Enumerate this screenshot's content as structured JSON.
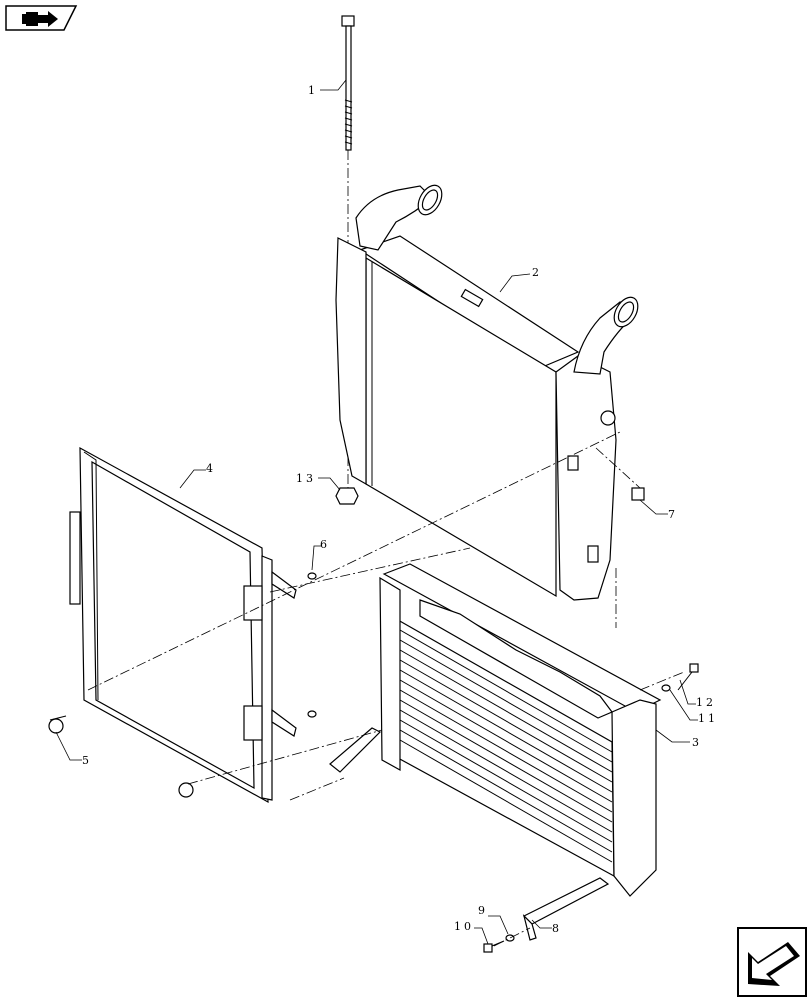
{
  "navigation": {
    "prev_icon": "book-arrow-icon",
    "next_icon": "next-page-arrow-icon"
  },
  "callouts": [
    {
      "id": "1",
      "label": "1"
    },
    {
      "id": "2",
      "label": "2"
    },
    {
      "id": "3",
      "label": "3"
    },
    {
      "id": "4",
      "label": "4"
    },
    {
      "id": "5",
      "label": "5"
    },
    {
      "id": "6",
      "label": "6"
    },
    {
      "id": "7",
      "label": "7"
    },
    {
      "id": "8",
      "label": "8"
    },
    {
      "id": "9",
      "label": "9"
    },
    {
      "id": "10",
      "label": "10"
    },
    {
      "id": "11",
      "label": "11"
    },
    {
      "id": "12",
      "label": "12"
    },
    {
      "id": "13",
      "label": "13"
    }
  ]
}
